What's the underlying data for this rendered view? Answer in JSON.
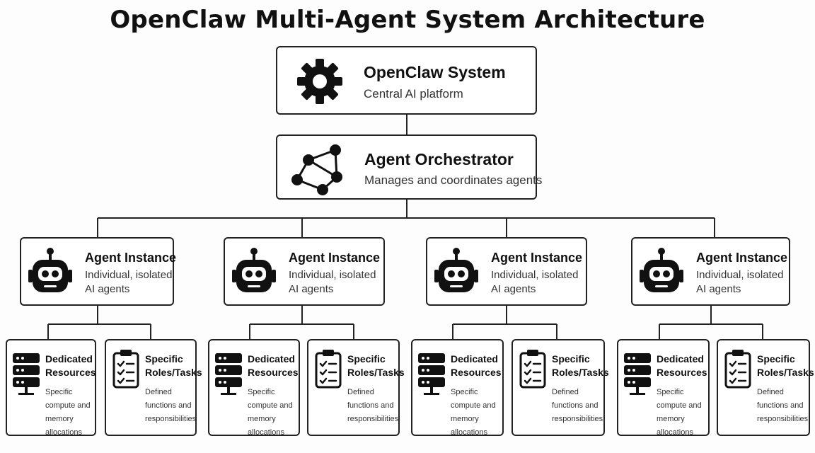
{
  "title": "OpenClaw Multi-Agent System Architecture",
  "system": {
    "title": "OpenClaw System",
    "subtitle": "Central AI platform",
    "icon": "gear-icon"
  },
  "orchestrator": {
    "title": "Agent Orchestrator",
    "subtitle": "Manages and coordinates agents",
    "icon": "network-graph-icon"
  },
  "agents": [
    {
      "title": "Agent Instance",
      "desc": "Individual, isolated AI agents",
      "icon": "robot-icon",
      "resources": {
        "title": "Dedicated Resources",
        "desc": "Specific compute and memory allocations",
        "icon": "server-icon"
      },
      "roles": {
        "title": "Specific Roles/Tasks",
        "desc": "Defined functions and responsibilities",
        "icon": "clipboard-checklist-icon"
      }
    },
    {
      "title": "Agent Instance",
      "desc": "Individual, isolated AI agents",
      "icon": "robot-icon",
      "resources": {
        "title": "Dedicated Resources",
        "desc": "Specific compute and memory allocations",
        "icon": "server-icon"
      },
      "roles": {
        "title": "Specific Roles/Tasks",
        "desc": "Defined functions and responsibilities",
        "icon": "clipboard-checklist-icon"
      }
    },
    {
      "title": "Agent Instance",
      "desc": "Individual, isolated AI agents",
      "icon": "robot-icon",
      "resources": {
        "title": "Dedicated Resources",
        "desc": "Specific compute and memory allocations",
        "icon": "server-icon"
      },
      "roles": {
        "title": "Specific Roles/Tasks",
        "desc": "Defined functions and responsibilities",
        "icon": "clipboard-checklist-icon"
      }
    },
    {
      "title": "Agent Instance",
      "desc": "Individual, isolated AI agents",
      "icon": "robot-icon",
      "resources": {
        "title": "Dedicated Resources",
        "desc": "Specific compute and memory allocations",
        "icon": "server-icon"
      },
      "roles": {
        "title": "Specific Roles/Tasks",
        "desc": "Defined functions and responsibilities",
        "icon": "clipboard-checklist-icon"
      }
    }
  ]
}
